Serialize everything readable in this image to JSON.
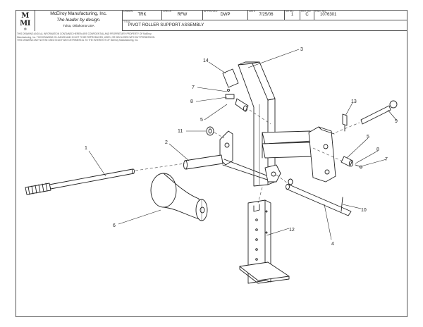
{
  "title_block": {
    "logo_letters": "MMI",
    "logo_line1": "M",
    "logo_line2": "MI",
    "logo_sub": "®",
    "company": "McElroy Manufacturing, Inc.",
    "tagline": "The leader by design.",
    "location": "Tulsa, Oklahoma USA",
    "drawn_label": "DRAWN",
    "drawn_value": "TRK",
    "check_label": "CHECK",
    "check_value": "RFW",
    "approved_label": "APPROVED",
    "approved_value": "DWP",
    "date_label": "DATE",
    "date_value": "7/25/06",
    "sheet_label": "SH NO.",
    "sheet_value": "1",
    "rev_label": "REV NO.",
    "rev_value": "C",
    "part_label": "PART NO.",
    "part_value": "1076301",
    "title_label": "TITLE",
    "title_value": "PIVOT ROLLER SUPPORT ASSEMBLY"
  },
  "notice": "THIS DRAWING AND ALL INFORMATION CONTAINED HEREIN ARE CONFIDENTIAL AND PROPRIETARY PROPERTY OF McElroy Manufacturing, Inc. THIS DRAWING IS LOANED AND IS NOT TO BE REPRODUCED, USED, OR DISCLOSED WITHOUT PERMISSION. THIS DRAWING MAY NOT BE USED IN ANY WAY DETRIMENTAL TO THE INTERESTS OF McElroy Manufacturing, Inc.",
  "callouts": {
    "c1": "1",
    "c2": "2",
    "c3": "3",
    "c4": "4",
    "c5a": "5",
    "c5b": "5",
    "c6": "6",
    "c7a": "7",
    "c7b": "7",
    "c8a": "8",
    "c8b": "8",
    "c9": "9",
    "c10": "10",
    "c11": "11",
    "c12": "12",
    "c13": "13",
    "c14": "14"
  }
}
